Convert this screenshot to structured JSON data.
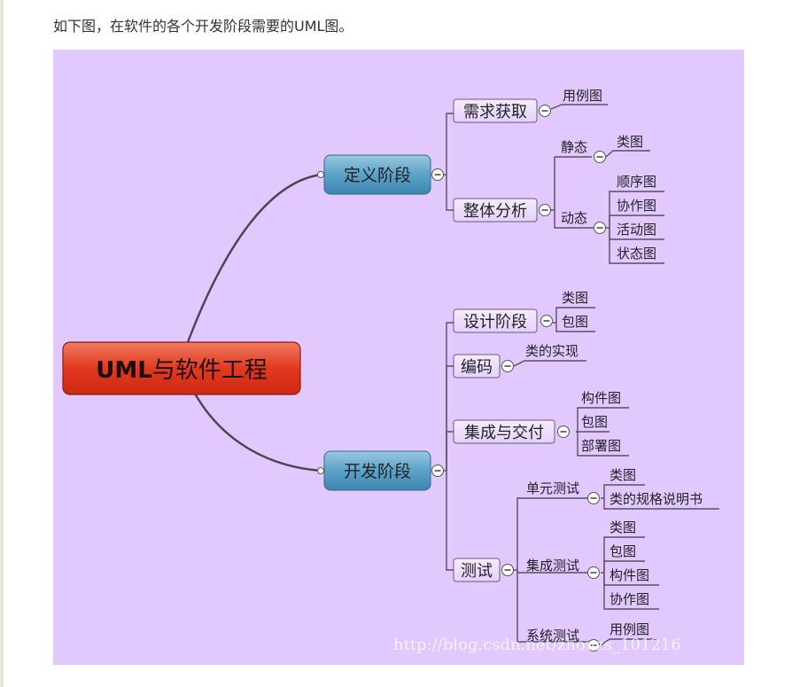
{
  "intro_text": "如下图，在软件的各个开发阶段需要的UML图。",
  "mindmap": {
    "root": {
      "prefix": "UML",
      "suffix": "与软件工程"
    },
    "phase_define": {
      "label": "定义阶段",
      "requirements": {
        "label": "需求获取",
        "leaf": "用例图"
      },
      "analysis": {
        "label": "整体分析",
        "static": {
          "label": "静态",
          "leaf": "类图"
        },
        "dynamic": {
          "label": "动态",
          "leaves": [
            "顺序图",
            "协作图",
            "活动图",
            "状态图"
          ]
        }
      }
    },
    "phase_develop": {
      "label": "开发阶段",
      "design": {
        "label": "设计阶段",
        "leaves": [
          "类图",
          "包图"
        ]
      },
      "coding": {
        "label": "编码",
        "leaf": "类的实现"
      },
      "integration": {
        "label": "集成与交付",
        "leaves": [
          "构件图",
          "包图",
          "部署图"
        ]
      },
      "testing": {
        "label": "测试",
        "unit": {
          "label": "单元测试",
          "leaves": [
            "类图",
            "类的规格说明书"
          ]
        },
        "integration_test": {
          "label": "集成测试",
          "leaves": [
            "类图",
            "包图",
            "构件图",
            "协作图"
          ]
        },
        "system": {
          "label": "系统测试",
          "leaf": "用例图"
        }
      }
    }
  },
  "watermark": "http://blog.csdn.net/zhouzs_101216",
  "colors": {
    "canvas": "#e1c8ff",
    "root": "#e0321c",
    "phase": "#4d98c0",
    "line": "#5a5060"
  }
}
